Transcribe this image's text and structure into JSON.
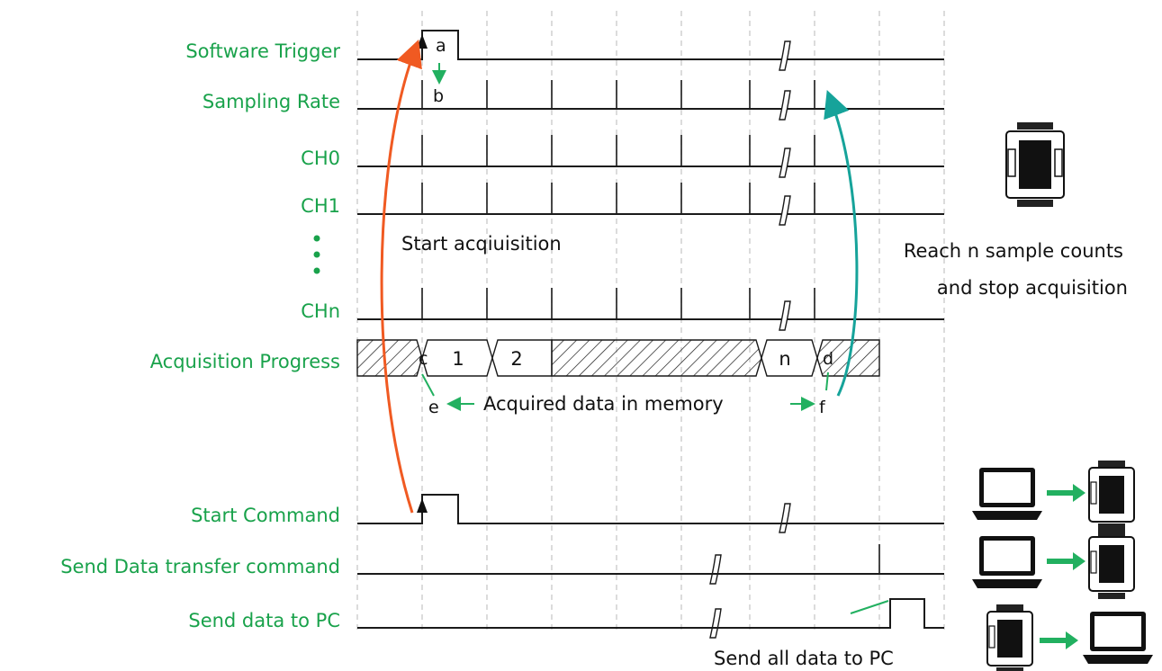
{
  "signals": {
    "software_trigger": "Software Trigger",
    "sampling_rate": "Sampling Rate",
    "ch0": "CH0",
    "ch1": "CH1",
    "chn": "CHn",
    "acquisition_progress": "Acquisition Progress",
    "start_command": "Start Command",
    "send_transfer_cmd": "Send Data transfer command",
    "send_data_pc": "Send data to PC"
  },
  "markers": {
    "a": "a",
    "b": "b",
    "c": "c",
    "d": "d",
    "e": "e",
    "f": "f"
  },
  "segments": {
    "s1": "1",
    "s2": "2",
    "sn": "n"
  },
  "annotations": {
    "start_acq": "Start acqiuisition",
    "reach_line1": "Reach n sample counts",
    "reach_line2": "and stop acquisition",
    "acquired": "Acquired data in memory",
    "send_all": "Send all data to PC"
  },
  "colors": {
    "label_green": "#19a24b",
    "arrow_orange": "#f05a22",
    "arrow_teal": "#16a39a",
    "arrow_green": "#22b060"
  }
}
